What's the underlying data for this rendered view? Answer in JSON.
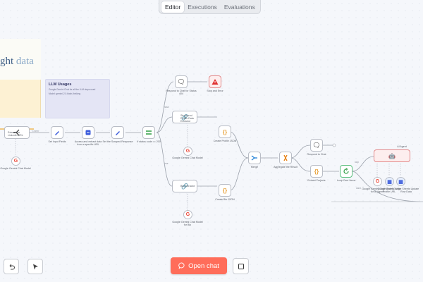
{
  "tabs": [
    {
      "label": "Editor",
      "active": true
    },
    {
      "label": "Executions",
      "active": false
    },
    {
      "label": "Evaluations",
      "active": false
    }
  ],
  "sticky_logo": {
    "text_dark": "ght",
    "text_light": "data"
  },
  "sticky_llm": {
    "title": "LLM Usages",
    "lines": [
      "Google Gemini Chat for all the LLM steps used",
      "Model: gemini-2.0-flash-thinking"
    ]
  },
  "nodes": {
    "extract_urls": "Extract the LinkedIn URL",
    "gemini_1": "Google Gemini Chat Model",
    "set_input": "Set Input Fields",
    "access_data": "Access and extract data from a specific URL",
    "set_response": "Set the Scraped Response",
    "is_valid": "If status code == 200",
    "respond_not_found": "Respond to Chat for Status 404",
    "stop_error": "Stop and Error",
    "structured_profile": "Structured Profile Data Extractor",
    "gemini_2": "Google Gemini Chat Model",
    "gemini_3": "Google Gemini Chat Model for Bio",
    "structured_bio": "Bio Extractor",
    "json_profile": "Create Profile JSON",
    "json_bio": "Create Bio JSON",
    "merge": "Merge",
    "aggregate": "Aggregate the Result",
    "respond_chat": "Respond to Chat",
    "extract_projects": "Extract Projects",
    "loop": "Loop Over Items",
    "agent": "AI Agent",
    "gemini_4": "Google Gemini Chat Model for AI Agent",
    "sheet_1": "Google Sheets Write Profile URL",
    "sheet_2": "Google Sheets Update Row Data"
  },
  "edge_labels": {
    "true": "true",
    "false": "false",
    "item": "1 item",
    "done": "done",
    "loop": "loop"
  },
  "controls": {
    "open_chat_label": "Open chat"
  },
  "colors": {
    "accent": "#ff6d5a",
    "edge": "#9aa0aa",
    "node_border": "#b9bdc6",
    "success": "#5cbf7f"
  }
}
